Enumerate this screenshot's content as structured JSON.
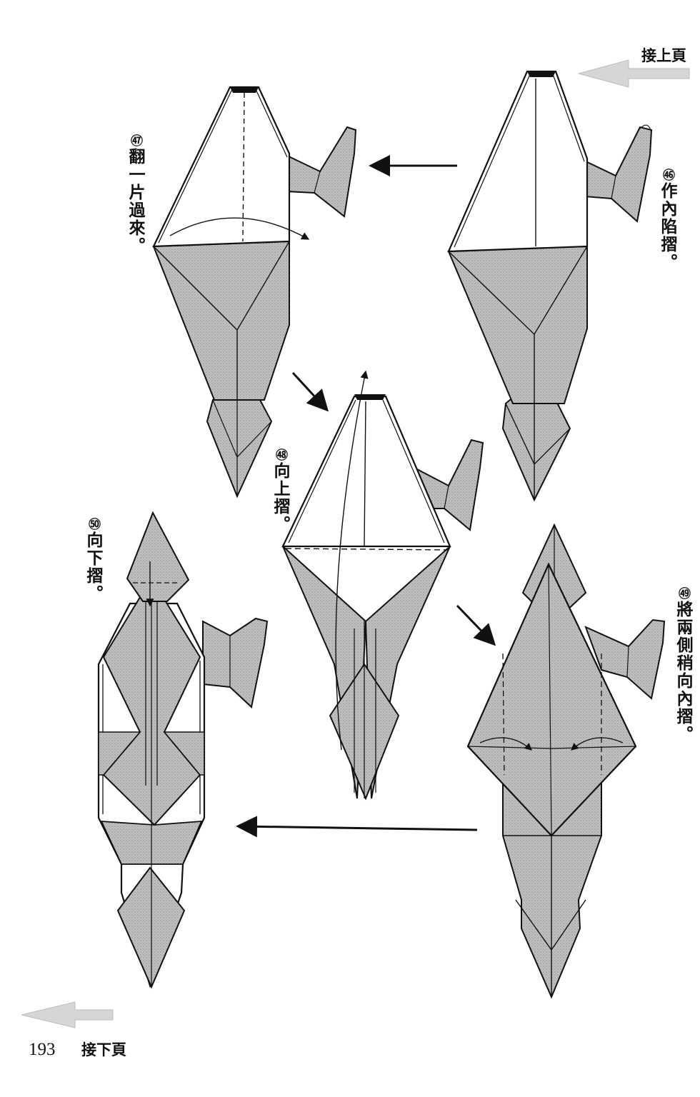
{
  "page": {
    "page_number": "193",
    "nav": {
      "continue_from_prev": "接上頁",
      "continue_to_next": "接下頁"
    }
  },
  "steps": [
    {
      "number": "㊻",
      "text": "作內陷摺。"
    },
    {
      "number": "㊼",
      "text": "翻一片過來。"
    },
    {
      "number": "㊽",
      "text": "向上摺。"
    },
    {
      "number": "㊾",
      "text": "將兩側稍向內摺。"
    },
    {
      "number": "㊿",
      "text": "向下摺。"
    }
  ],
  "colors": {
    "ink": "#111111",
    "paper_fill": "#bdbdbd",
    "nav_arrow": "#d8d8d8"
  }
}
